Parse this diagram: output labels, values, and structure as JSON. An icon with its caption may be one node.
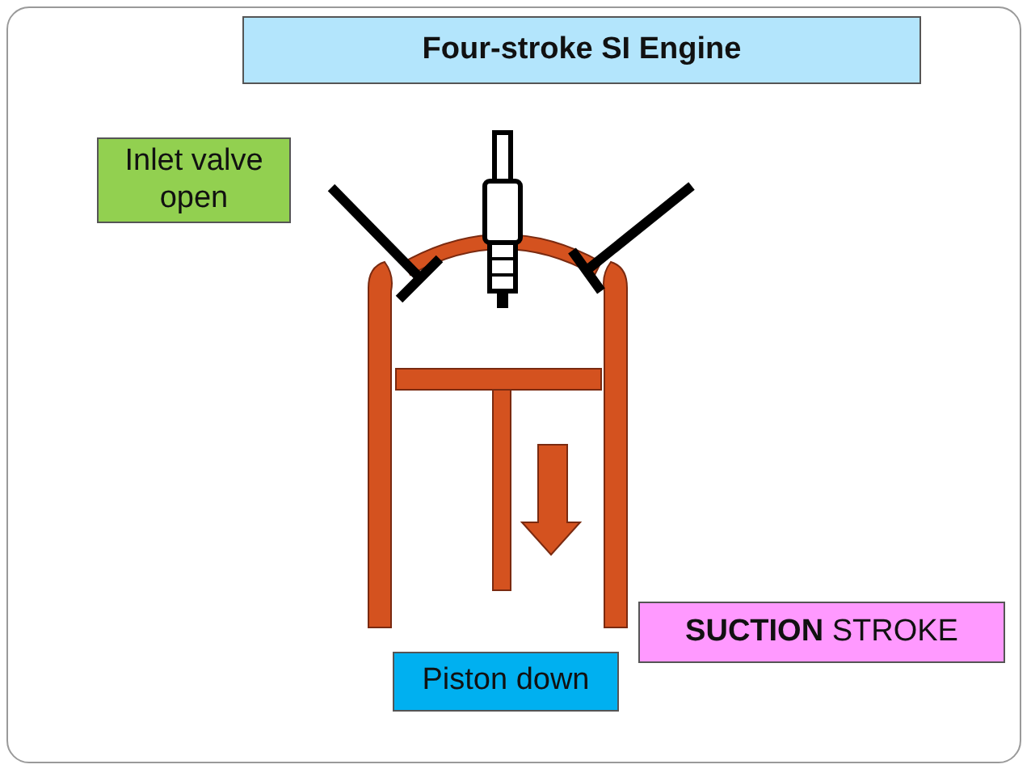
{
  "diagram": {
    "title": "Four-stroke SI Engine",
    "nodes": [
      {
        "text": [
          "Inlet valve open"
        ]
      },
      {
        "text": [
          "**SUCTION** STROKE"
        ]
      },
      {
        "text": [
          "Piston down"
        ]
      }
    ],
    "edges": []
  }
}
